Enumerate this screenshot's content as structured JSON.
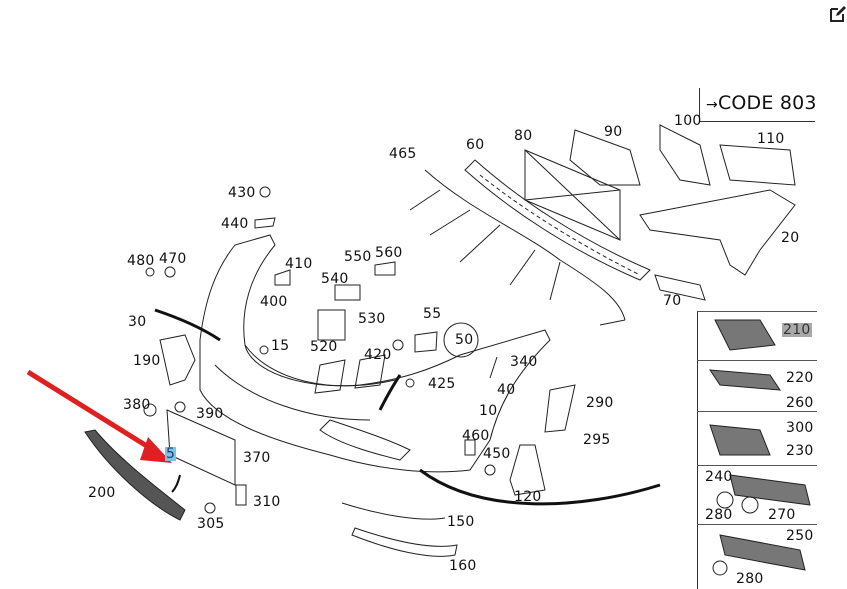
{
  "toolbar": {
    "edit_icon": "edit-square-pencil-icon"
  },
  "diagram": {
    "code_label": "CODE 803",
    "part_labels": {
      "p10": "10",
      "p15": "15",
      "p20": "20",
      "p30": "30",
      "p40": "40",
      "p50": "50",
      "p55": "55",
      "p60": "60",
      "p70": "70",
      "p80": "80",
      "p90": "90",
      "p100": "100",
      "p110": "110",
      "p120": "120",
      "p150": "150",
      "p160": "160",
      "p190": "190",
      "p200": "200",
      "p290": "290",
      "p295": "295",
      "p305": "305",
      "p310": "310",
      "p340": "340",
      "p370": "370",
      "p380": "380",
      "p390": "390",
      "p400": "400",
      "p410": "410",
      "p420": "420",
      "p425": "425",
      "p430": "430",
      "p440": "440",
      "p450": "450",
      "p460": "460",
      "p465": "465",
      "p470": "470",
      "p480": "480",
      "p520": "520",
      "p530": "530",
      "p540": "540",
      "p550": "550",
      "p560": "560",
      "p5_highlighted": "5"
    },
    "side_panel": {
      "rows": [
        {
          "labels": [
            "210"
          ],
          "highlighted": "210"
        },
        {
          "labels": [
            "220",
            "260"
          ]
        },
        {
          "labels": [
            "300",
            "230"
          ]
        },
        {
          "labels": [
            "240",
            "280",
            "270"
          ]
        },
        {
          "labels": [
            "250",
            "280"
          ]
        }
      ]
    },
    "highlight_colors": {
      "gray": "#a9a9a9",
      "blue": "#7fc3de",
      "arrow_red": "#e02020"
    }
  }
}
